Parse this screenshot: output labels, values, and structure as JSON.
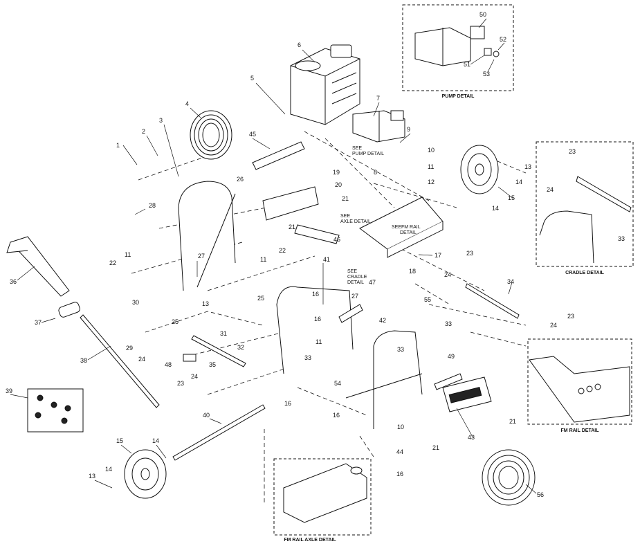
{
  "callouts": [
    "1",
    "2",
    "3",
    "4",
    "5",
    "6",
    "7",
    "8",
    "9",
    "10",
    "11",
    "12",
    "13",
    "14",
    "15",
    "16",
    "17",
    "18",
    "19",
    "20",
    "21",
    "22",
    "23",
    "24",
    "25",
    "26",
    "27",
    "28",
    "29",
    "30",
    "31",
    "32",
    "33",
    "34",
    "35",
    "36",
    "37",
    "38",
    "39",
    "40",
    "41",
    "42",
    "43",
    "44",
    "45",
    "46",
    "47",
    "48",
    "49",
    "50",
    "51",
    "52",
    "53",
    "54",
    "55",
    "56"
  ],
  "details": {
    "pump": "PUMP DETAIL",
    "cradle": "CRADLE DETAIL",
    "fm_rail": "FM RAIL DETAIL",
    "fm_rail_axle": "FM RAIL AXLE DETAIL"
  },
  "see_notes": {
    "see": "SEE",
    "pump_detail": "PUMP DETAIL",
    "axle_detail": "AXLE DETAIL",
    "fm_rail": "FM RAIL",
    "detail": "DETAIL",
    "cradle": "CRADLE"
  }
}
